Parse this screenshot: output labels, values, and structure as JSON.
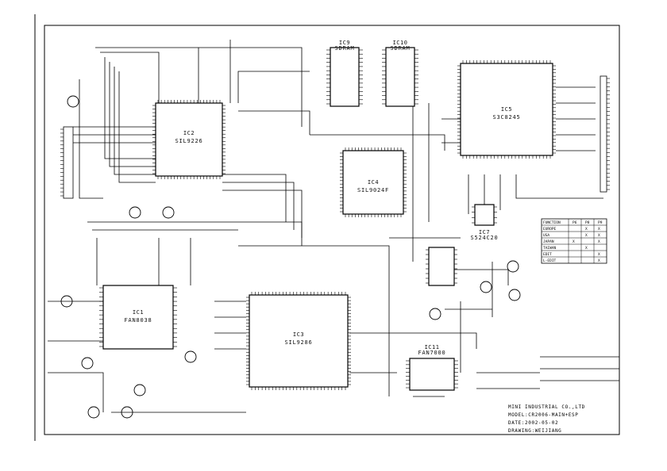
{
  "ics": {
    "ic2": {
      "name": "IC2",
      "part": "SIL9226"
    },
    "ic9": {
      "name": "IC9",
      "part": "SDRAM"
    },
    "ic10": {
      "name": "IC10",
      "part": "SDRAM"
    },
    "ic5": {
      "name": "IC5",
      "part": "S3C8245"
    },
    "ic4": {
      "name": "IC4",
      "part": "SIL9024F"
    },
    "ic7": {
      "name": "IC7",
      "part": "S524C20"
    },
    "ic1": {
      "name": "IC1",
      "part": "FAN8038"
    },
    "ic3": {
      "name": "IC3",
      "part": "SIL9286"
    },
    "ic11": {
      "name": "IC11",
      "part": "FAN7000"
    }
  },
  "function_table": {
    "header": [
      "FUNCTION",
      "P6",
      "P8",
      "P9"
    ],
    "rows": [
      [
        "EUROPE",
        "",
        "X",
        "X"
      ],
      [
        "USA",
        "",
        "X",
        "X"
      ],
      [
        "JAPAN",
        "X",
        "",
        "X"
      ],
      [
        "TAIWAN",
        "",
        "X",
        ""
      ],
      [
        "EDIT",
        "",
        "",
        "X"
      ],
      [
        "L-EDIT",
        "",
        "",
        "X"
      ]
    ]
  },
  "title_block": {
    "company": "MINI INDUSTRIAL CO.,LTD",
    "model": "MODEL:CR2006-MAIN+ESP",
    "date": "DATE:2002-05-02",
    "drawing": "DRAWING:WEIJIANG"
  }
}
